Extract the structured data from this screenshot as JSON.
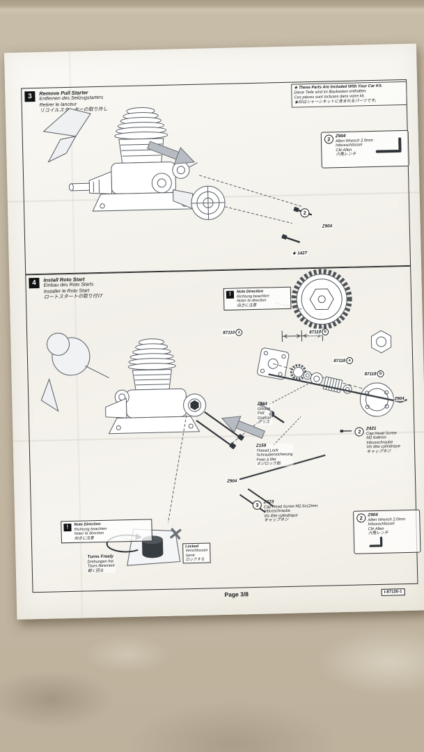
{
  "photo": {
    "surface": "carpet",
    "carpet_color": "#c6bba8"
  },
  "footer": {
    "page_label": "Page  3/8",
    "doc_code": "I-87130-1"
  },
  "step3": {
    "number": "3",
    "title": [
      "Remove Pull Starter",
      "Entfernen des Seilzugstarters",
      "Retirer le lanceur",
      "リコイルスターターの取り外し"
    ],
    "kit_note": [
      "★ These Parts Are Included With Your Car Kit.",
      "Diese Teile sind im Baukasten enthalten.",
      "Ces pièces sont incluses dans votre kit.",
      "★印はシャーシキットに含まれるパーツです。"
    ],
    "wrench_callout": {
      "badge": "2",
      "part": "Z904",
      "lines": [
        "Allen Wrench 2.0mm",
        "Inbusschlüssel",
        "Clé Allen",
        "六角レンチ"
      ]
    },
    "labels": {
      "screw_badge": "2",
      "z904": "Z904",
      "part_1427": "★ 1427"
    }
  },
  "step4": {
    "number": "4",
    "title": [
      "Install Roto Start",
      "Einbau des Roto Starts",
      "Installer le Roto Start",
      "ロートスタートの取り付け"
    ],
    "note_direction": {
      "bang": "!",
      "lines": [
        "Note Direction",
        "Richtung beachten",
        "Noter la direction",
        "向きに注意"
      ]
    },
    "part_labels": {
      "p87110_left": {
        "text": "87110",
        "badge": "a"
      },
      "p87110_right": {
        "text": "87110",
        "badge": "b"
      },
      "p87118_a": {
        "text": "87118",
        "badge": "a"
      },
      "p87118_b": {
        "text": "87118",
        "badge": "b"
      },
      "z904_upper": "Z904",
      "z904_lower": "Z904"
    },
    "z164": {
      "part": "Z164",
      "lines": [
        "Grease",
        "Fett",
        "Graisse",
        "グリス"
      ]
    },
    "z159": {
      "part": "Z159",
      "lines": [
        "Thread Lock",
        "Schraubensicherung",
        "Frein à filet",
        "ネジロック剤"
      ]
    },
    "z421": {
      "badge": "2",
      "part": "Z421",
      "lines": [
        "Cap Head Screw M2.6x8mm",
        "Inbusschraube",
        "Vis tête cylindrique",
        "キャップネジ"
      ]
    },
    "z423": {
      "badge": "3",
      "part": "Z423",
      "lines": [
        "Cap Head Screw M2.6x12mm",
        "Inbusschraube",
        "Vis tête cylindrique",
        "キャップネジ"
      ]
    },
    "wrench_callout": {
      "badge": "2",
      "part": "Z904",
      "lines": [
        "Allen Wrench 2.0mm",
        "Inbusschlüssel",
        "Clé Allen",
        "六角レンチ"
      ]
    },
    "bottom_note": {
      "bang": "!",
      "lines": [
        "Note Direction",
        "Richtung beachten",
        "Noter la direction",
        "向きに注意"
      ],
      "turns_freely": [
        "Turns Freely",
        "Drehungen frei",
        "Tours librement",
        "軽く回る"
      ],
      "locked": [
        "Locked",
        "Verschlossen",
        "Serré",
        "ロックする"
      ],
      "x_mark": "✕"
    }
  }
}
